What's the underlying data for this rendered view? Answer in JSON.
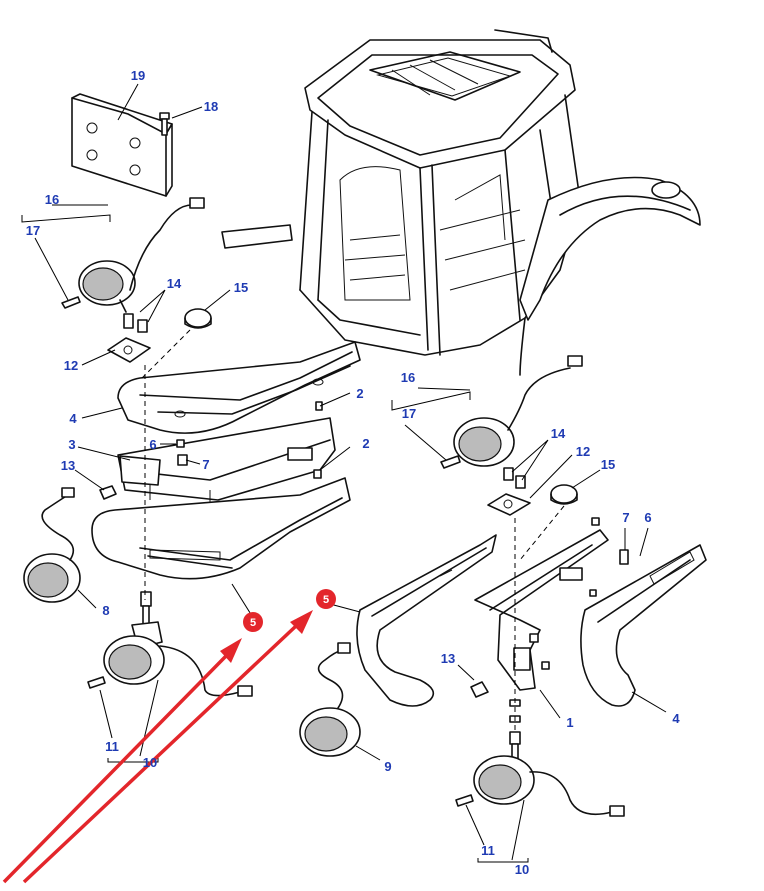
{
  "labels": {
    "p19": "19",
    "p18": "18",
    "p16a": "16",
    "p17a": "17",
    "p14a": "14",
    "p15a": "15",
    "p12a": "12",
    "p4a": "4",
    "p2a": "2",
    "p3": "3",
    "p6a": "6",
    "p7a": "7",
    "p2b": "2",
    "p13a": "13",
    "p8": "8",
    "p11a": "11",
    "p10a": "10",
    "p16b": "16",
    "p17b": "17",
    "p14b": "14",
    "p12b": "12",
    "p15b": "15",
    "p7b": "7",
    "p6b": "6",
    "p13b": "13",
    "p1": "1",
    "p4b": "4",
    "p9": "9",
    "p11b": "11",
    "p10b": "10"
  },
  "callouts": {
    "left": "5",
    "right": "5"
  },
  "colors": {
    "label": "#1f3bb3",
    "callout": "#e3262b",
    "line": "#111111"
  }
}
